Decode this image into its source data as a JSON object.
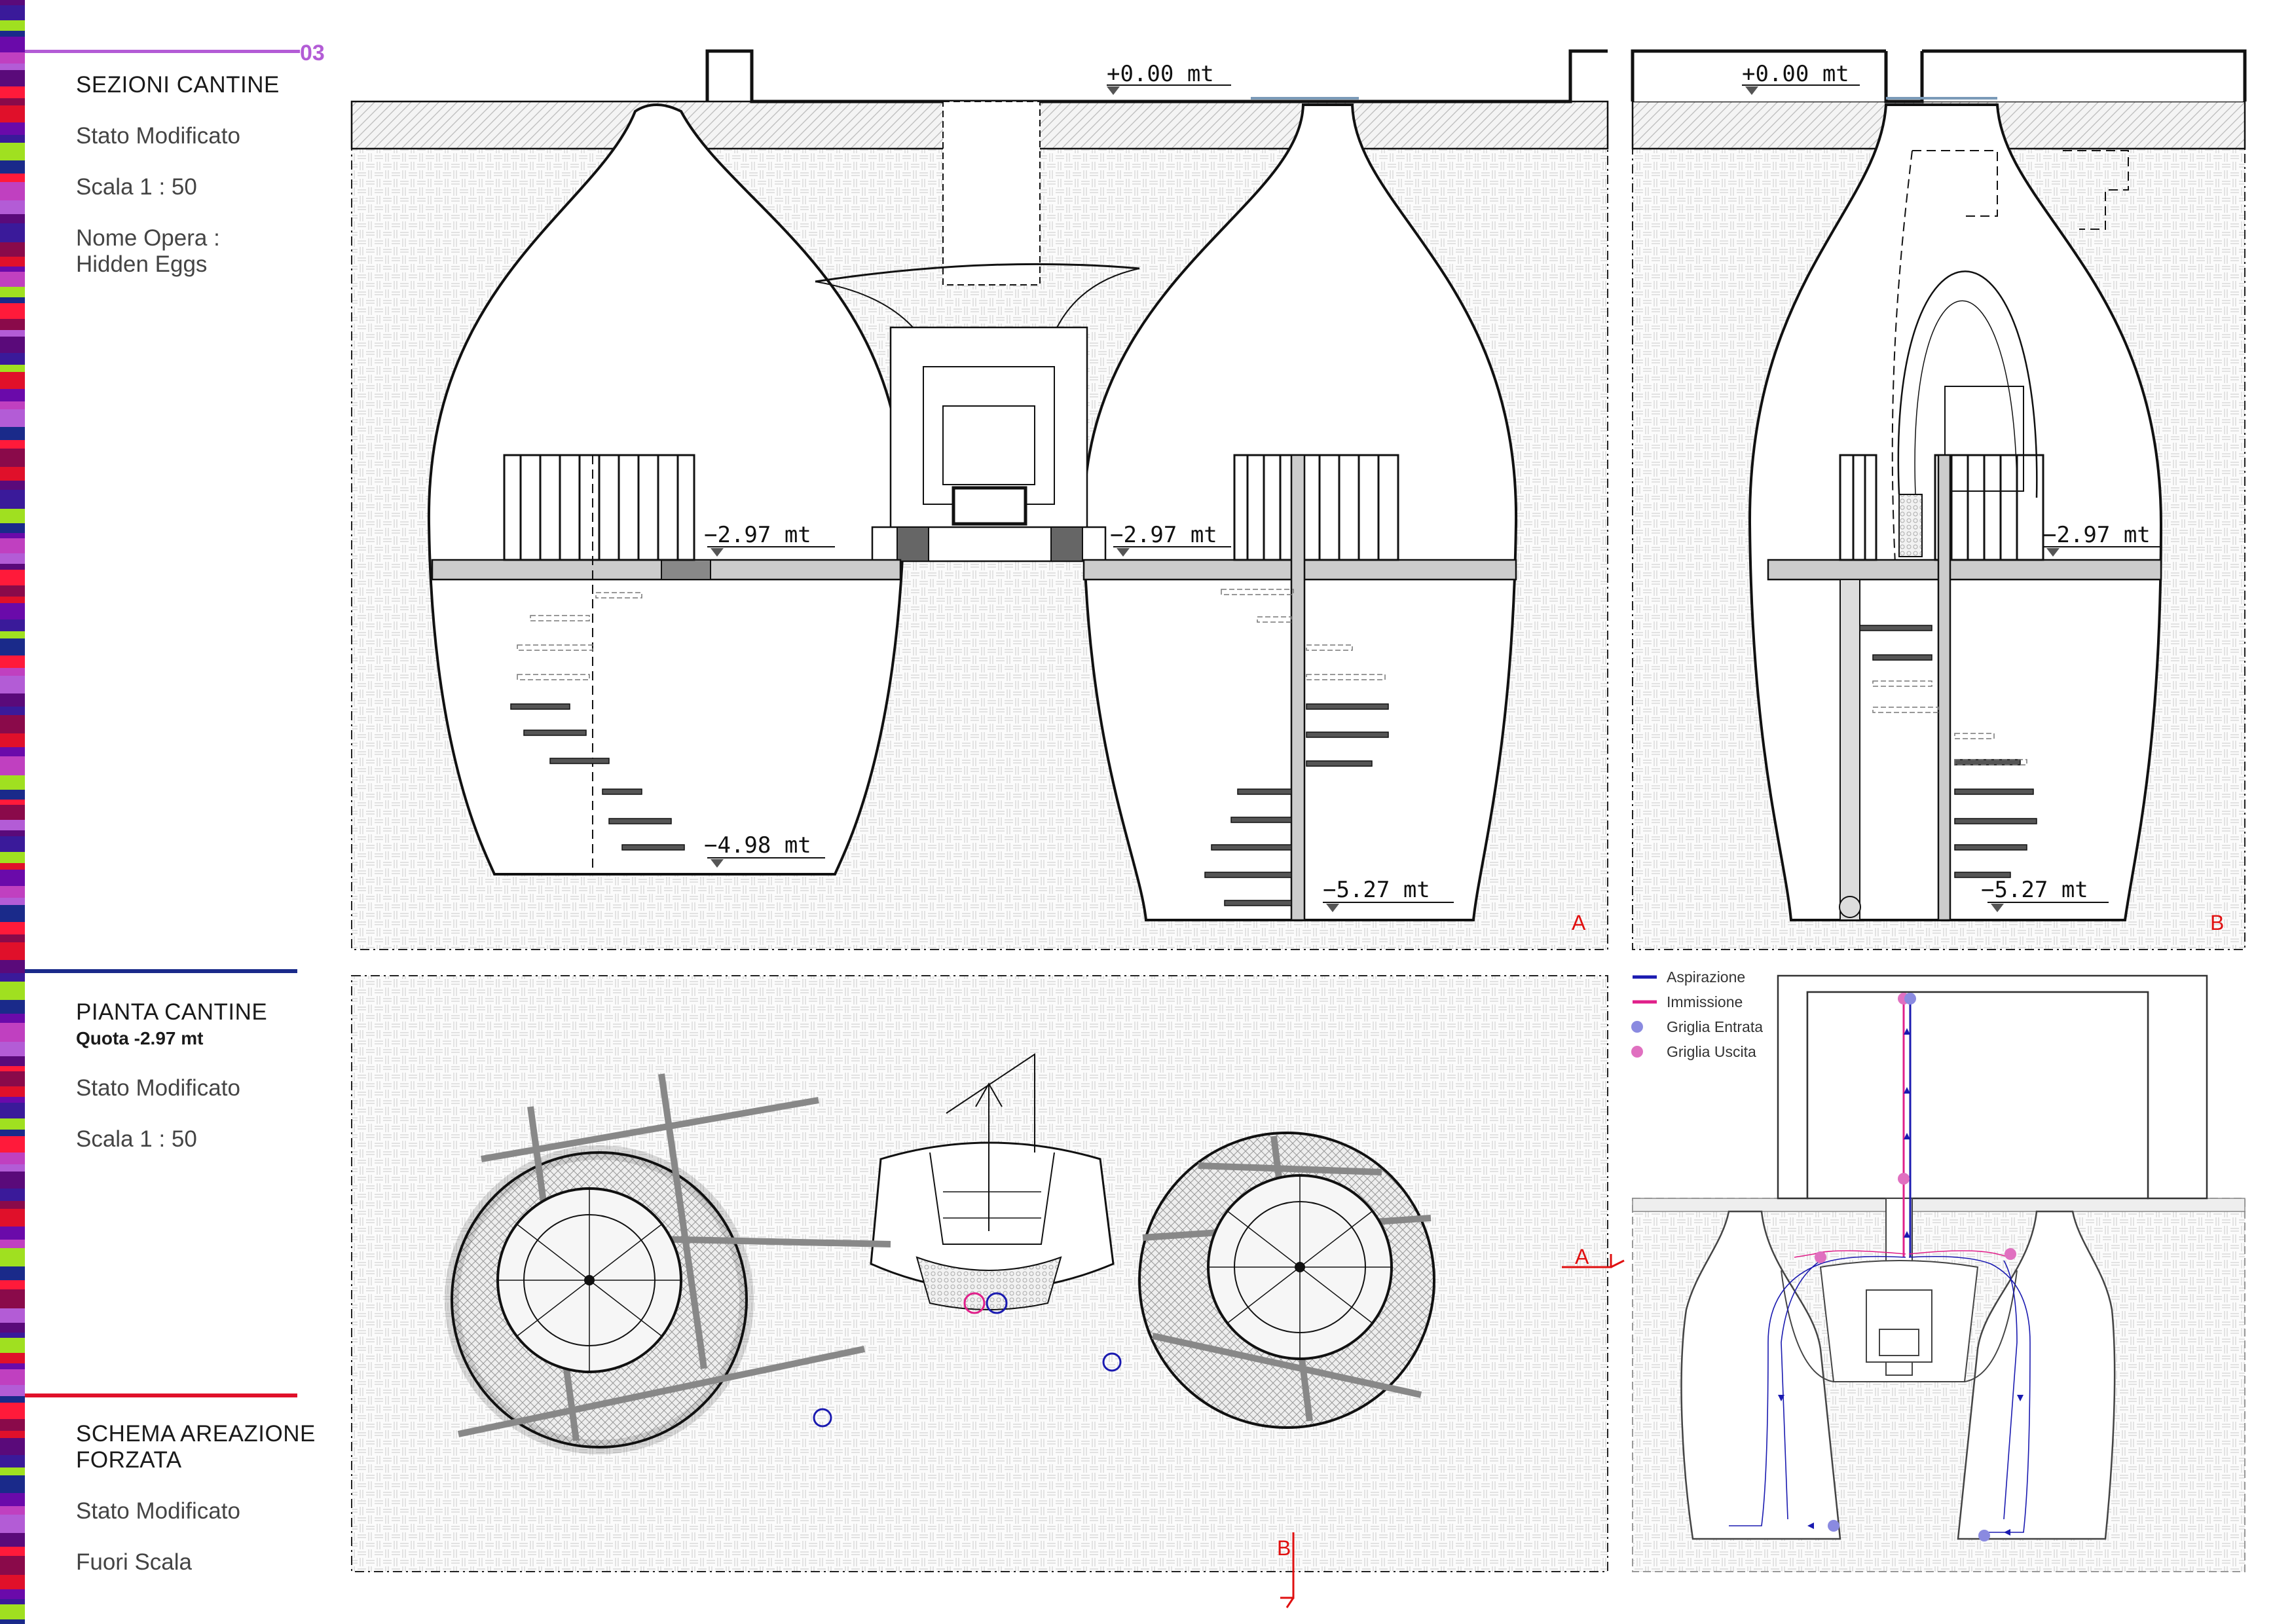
{
  "page_number": "03",
  "sections": {
    "title": "SEZIONI CANTINE",
    "state": "Stato Modificato",
    "scale": "Scala 1 : 50",
    "work_label": "Nome Opera :",
    "work_name": "Hidden Eggs"
  },
  "plan": {
    "title": "PIANTA CANTINE",
    "level": "Quota -2.97 mt",
    "state": "Stato Modificato",
    "scale": "Scala  1 : 50"
  },
  "ventilation": {
    "title_line1": "SCHEMA AREAZIONE",
    "title_line2": "FORZATA",
    "state": "Stato Modificato",
    "scale": "Fuori Scala"
  },
  "legend": {
    "aspirazione": "Aspirazione",
    "immissione": "Immissione",
    "griglia_entrata": "Griglia Entrata",
    "griglia_uscita": "Griglia Uscita"
  },
  "levels": {
    "ground_a": "+0.00 mt",
    "ground_b": "+0.00 mt",
    "mid_left": "−2.97 mt",
    "mid_right": "−2.97 mt",
    "mid_b": "−2.97 mt",
    "bottom_left": "−4.98 mt",
    "bottom_right": "−5.27 mt",
    "bottom_b": "−5.27 mt"
  },
  "section_marks": {
    "a": "A",
    "b": "B"
  },
  "colors": {
    "purple_accent": "#b35cd6",
    "blue_rule": "#1a2a8a",
    "red_rule": "#e0102a",
    "aspirazione": "#1a1ab0",
    "immissione": "#e0208a",
    "griglia_entrata": "#8a8ae0",
    "griglia_uscita": "#e070c0"
  }
}
